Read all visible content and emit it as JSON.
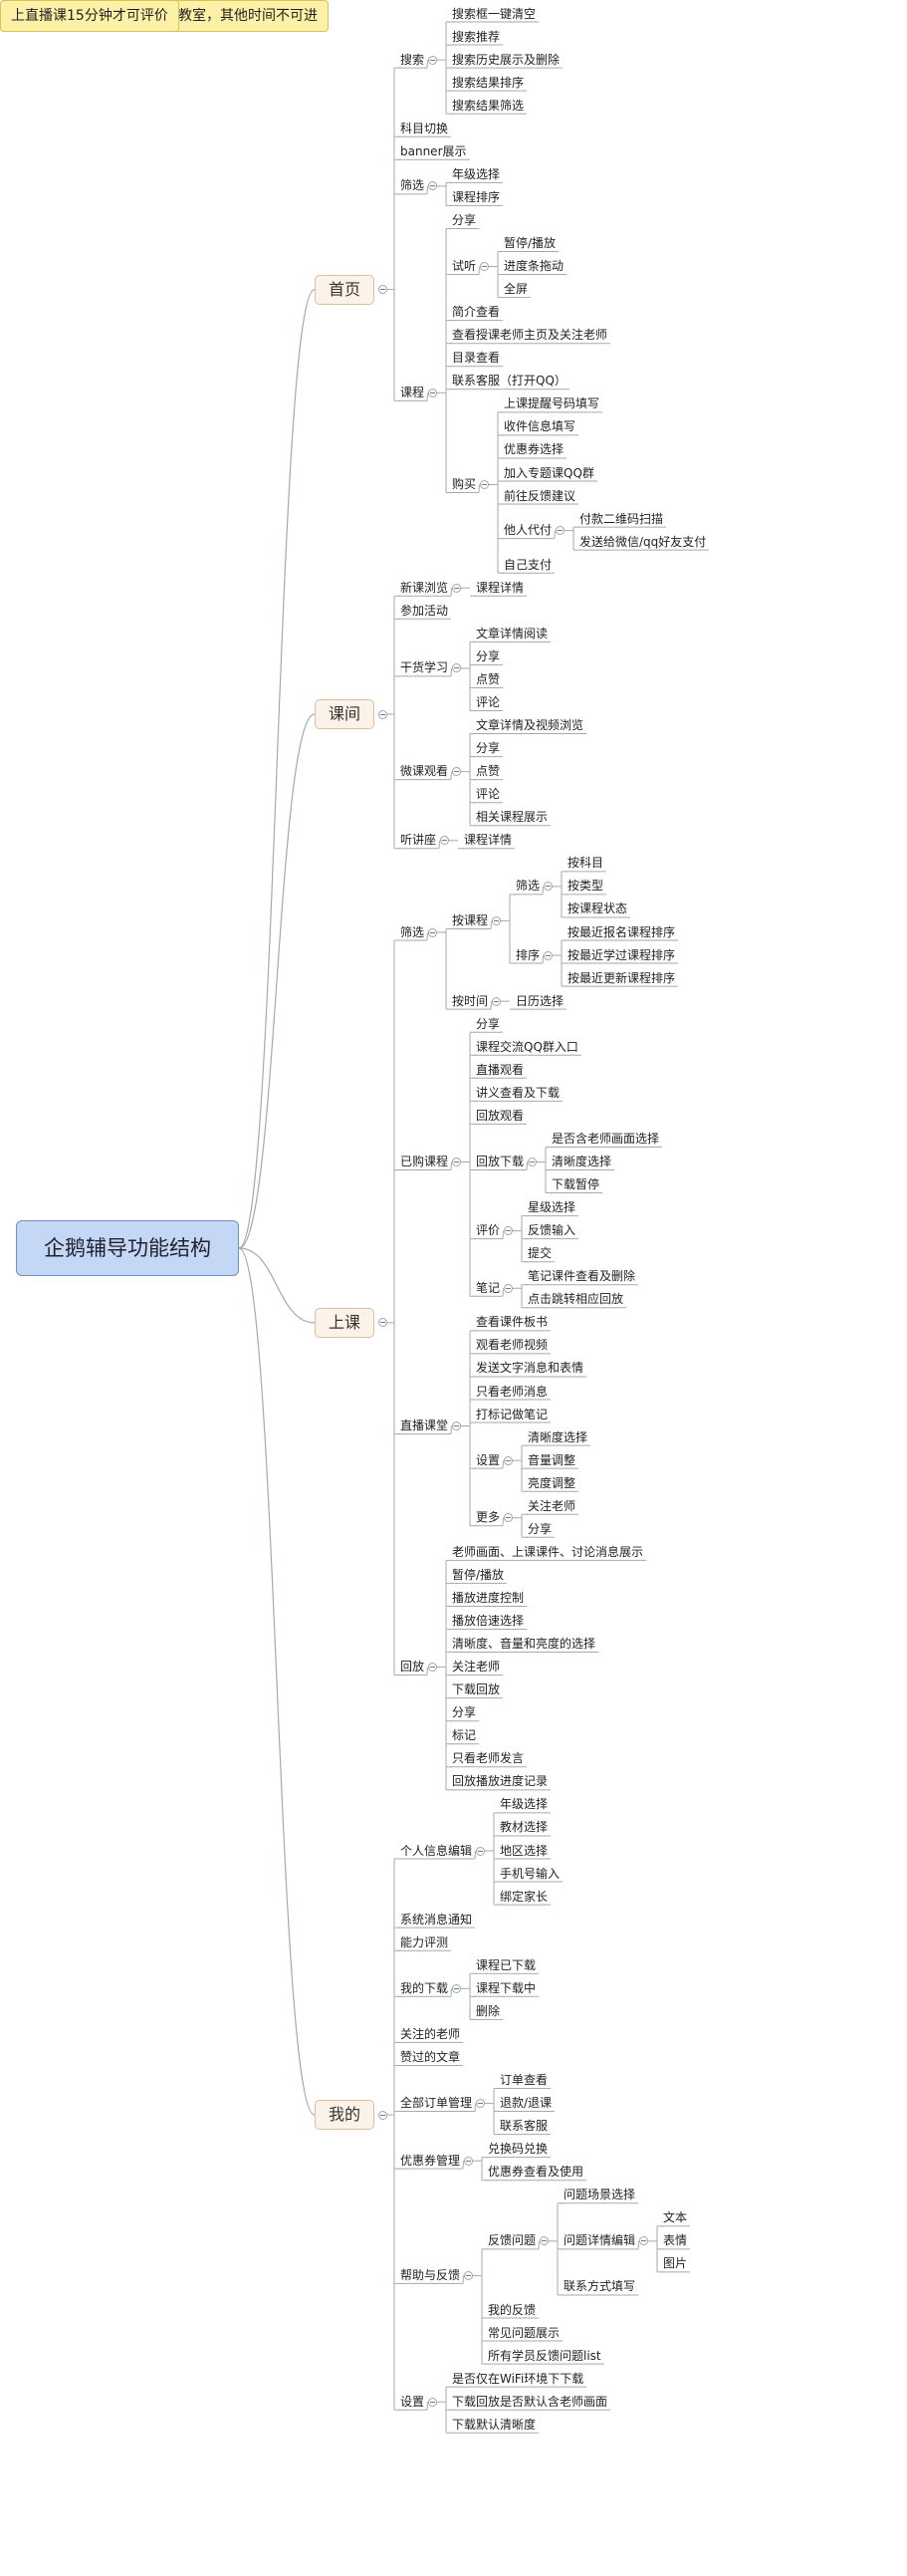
{
  "title": "企鹅辅导功能结构",
  "colors": {
    "line": "#a2aab4",
    "root_fill": "#c4d8f5",
    "topic_fill": "#fdf2e8",
    "callout_fill": "#fdf1a8"
  },
  "branches": [
    {
      "label": "首页",
      "children": [
        {
          "label": "搜索",
          "children": [
            {
              "label": "搜索框一键清空"
            },
            {
              "label": "搜索推荐"
            },
            {
              "label": "搜索历史展示及删除"
            },
            {
              "label": "搜索结果排序"
            },
            {
              "label": "搜索结果筛选"
            }
          ]
        },
        {
          "label": "科目切换"
        },
        {
          "label": "banner展示"
        },
        {
          "label": "筛选",
          "children": [
            {
              "label": "年级选择"
            },
            {
              "label": "课程排序"
            }
          ]
        },
        {
          "label": "课程",
          "children": [
            {
              "label": "分享"
            },
            {
              "label": "试听",
              "children": [
                {
                  "label": "暂停/播放"
                },
                {
                  "label": "进度条拖动"
                },
                {
                  "label": "全屏"
                }
              ]
            },
            {
              "label": "简介查看"
            },
            {
              "label": "查看授课老师主页及关注老师"
            },
            {
              "label": "目录查看"
            },
            {
              "label": "联系客服（打开QQ）"
            },
            {
              "label": "购买",
              "children": [
                {
                  "label": "上课提醒号码填写"
                },
                {
                  "label": "收件信息填写"
                },
                {
                  "label": "优惠券选择"
                },
                {
                  "label": "加入专题课QQ群"
                },
                {
                  "label": "前往反馈建议"
                },
                {
                  "label": "他人代付",
                  "children": [
                    {
                      "label": "付款二维码扫描"
                    },
                    {
                      "label": "发送给微信/qq好友支付"
                    }
                  ]
                },
                {
                  "label": "自己支付"
                }
              ]
            }
          ]
        }
      ]
    },
    {
      "label": "课间",
      "children": [
        {
          "label": "新课浏览",
          "children": [
            {
              "label": "课程详情"
            }
          ]
        },
        {
          "label": "参加活动"
        },
        {
          "label": "干货学习",
          "children": [
            {
              "label": "文章详情阅读"
            },
            {
              "label": "分享"
            },
            {
              "label": "点赞"
            },
            {
              "label": "评论"
            }
          ]
        },
        {
          "label": "微课观看",
          "children": [
            {
              "label": "文章详情及视频浏览"
            },
            {
              "label": "分享"
            },
            {
              "label": "点赞"
            },
            {
              "label": "评论"
            },
            {
              "label": "相关课程展示"
            }
          ]
        },
        {
          "label": "听讲座",
          "children": [
            {
              "label": "课程详情"
            }
          ]
        }
      ]
    },
    {
      "label": "上课",
      "children": [
        {
          "label": "筛选",
          "children": [
            {
              "label": "按课程",
              "children": [
                {
                  "label": "筛选",
                  "children": [
                    {
                      "label": "按科目"
                    },
                    {
                      "label": "按类型"
                    },
                    {
                      "label": "按课程状态"
                    }
                  ]
                },
                {
                  "label": "排序",
                  "children": [
                    {
                      "label": "按最近报名课程排序"
                    },
                    {
                      "label": "按最近学过课程排序"
                    },
                    {
                      "label": "按最近更新课程排序"
                    }
                  ]
                }
              ]
            },
            {
              "label": "按时间",
              "children": [
                {
                  "label": "日历选择"
                }
              ]
            }
          ]
        },
        {
          "label": "已购课程",
          "children": [
            {
              "label": "分享"
            },
            {
              "label": "课程交流QQ群入口"
            },
            {
              "label": "直播观看"
            },
            {
              "label": "讲义查看及下载"
            },
            {
              "label": "回放观看"
            },
            {
              "label": "回放下载",
              "children": [
                {
                  "label": "是否含老师画面选择"
                },
                {
                  "label": "清晰度选择"
                },
                {
                  "label": "下载暂停"
                }
              ]
            },
            {
              "label": "评价",
              "children": [
                {
                  "label": "星级选择"
                },
                {
                  "label": "反馈输入"
                },
                {
                  "label": "提交"
                }
              ]
            },
            {
              "label": "笔记",
              "children": [
                {
                  "label": "笔记课件查看及删除"
                },
                {
                  "label": "点击跳转相应回放"
                }
              ]
            }
          ]
        },
        {
          "label": "直播课堂",
          "children": [
            {
              "label": "查看课件板书"
            },
            {
              "label": "观看老师视频"
            },
            {
              "label": "发送文字消息和表情"
            },
            {
              "label": "只看老师消息"
            },
            {
              "label": "打标记做笔记"
            },
            {
              "label": "设置",
              "children": [
                {
                  "label": "清晰度选择"
                },
                {
                  "label": "音量调整"
                },
                {
                  "label": "亮度调整"
                }
              ]
            },
            {
              "label": "更多",
              "children": [
                {
                  "label": "关注老师"
                },
                {
                  "label": "分享"
                }
              ]
            }
          ]
        },
        {
          "label": "回放",
          "children": [
            {
              "label": "老师画面、上课课件、讨论消息展示"
            },
            {
              "label": "暂停/播放"
            },
            {
              "label": "播放进度控制"
            },
            {
              "label": "播放倍速选择"
            },
            {
              "label": "清晰度、音量和亮度的选择"
            },
            {
              "label": "关注老师"
            },
            {
              "label": "下载回放"
            },
            {
              "label": "分享"
            },
            {
              "label": "标记"
            },
            {
              "label": "只看老师发言"
            },
            {
              "label": "回放播放进度记录"
            }
          ]
        }
      ]
    },
    {
      "label": "我的",
      "children": [
        {
          "label": "个人信息编辑",
          "children": [
            {
              "label": "年级选择"
            },
            {
              "label": "教材选择"
            },
            {
              "label": "地区选择"
            },
            {
              "label": "手机号输入"
            },
            {
              "label": "绑定家长"
            }
          ]
        },
        {
          "label": "系统消息通知"
        },
        {
          "label": "能力评测"
        },
        {
          "label": "我的下载",
          "children": [
            {
              "label": "课程已下载"
            },
            {
              "label": "课程下载中"
            },
            {
              "label": "删除"
            }
          ]
        },
        {
          "label": "关注的老师"
        },
        {
          "label": "赞过的文章"
        },
        {
          "label": "全部订单管理",
          "children": [
            {
              "label": "订单查看"
            },
            {
              "label": "退款/退课"
            },
            {
              "label": "联系客服"
            }
          ]
        },
        {
          "label": "优惠券管理",
          "children": [
            {
              "label": "兑换码兑换"
            },
            {
              "label": "优惠券查看及使用"
            }
          ]
        },
        {
          "label": "帮助与反馈",
          "children": [
            {
              "label": "反馈问题",
              "children": [
                {
                  "label": "问题场景选择"
                },
                {
                  "label": "问题详情编辑",
                  "children": [
                    {
                      "label": "文本"
                    },
                    {
                      "label": "表情"
                    },
                    {
                      "label": "图片"
                    }
                  ]
                },
                {
                  "label": "联系方式填写"
                }
              ]
            },
            {
              "label": "我的反馈"
            },
            {
              "label": "常见问题展示"
            },
            {
              "label": "所有学员反馈问题list"
            }
          ]
        },
        {
          "label": "设置",
          "children": [
            {
              "label": "是否仅在WiFi环境下下载"
            },
            {
              "label": "下载回放是否默认含老师画面"
            },
            {
              "label": "下载默认清晰度"
            }
          ]
        }
      ]
    }
  ],
  "callouts": [
    {
      "text": "课前半小时及课中可进直播教室，其他时间不可进",
      "anchor": "1.1.2"
    },
    {
      "text": "上直播课15分钟才可评价",
      "anchor": "1.1.6"
    }
  ]
}
